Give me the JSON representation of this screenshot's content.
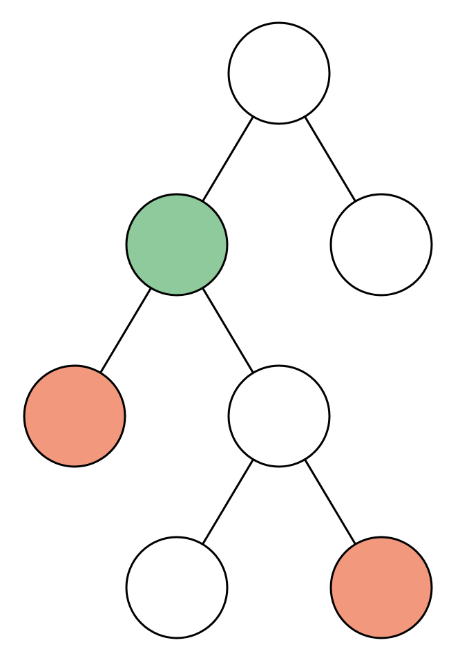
{
  "diagram": {
    "type": "binary-tree",
    "colors": {
      "default_fill": "#ffffff",
      "highlight_green": "#8fca9c",
      "highlight_salmon": "#f2997d",
      "stroke": "#000000"
    },
    "nodes": [
      {
        "id": "root",
        "fill": "#ffffff"
      },
      {
        "id": "left-child",
        "fill": "#8fca9c"
      },
      {
        "id": "right-child",
        "fill": "#ffffff"
      },
      {
        "id": "left-left-leaf",
        "fill": "#f2997d"
      },
      {
        "id": "left-right-child",
        "fill": "#ffffff"
      },
      {
        "id": "left-right-left-leaf",
        "fill": "#ffffff"
      },
      {
        "id": "left-right-right-leaf",
        "fill": "#f2997d"
      }
    ],
    "edges": [
      {
        "from": "root",
        "to": "left-child"
      },
      {
        "from": "root",
        "to": "right-child"
      },
      {
        "from": "left-child",
        "to": "left-left-leaf"
      },
      {
        "from": "left-child",
        "to": "left-right-child"
      },
      {
        "from": "left-right-child",
        "to": "left-right-left-leaf"
      },
      {
        "from": "left-right-child",
        "to": "left-right-right-leaf"
      }
    ]
  }
}
